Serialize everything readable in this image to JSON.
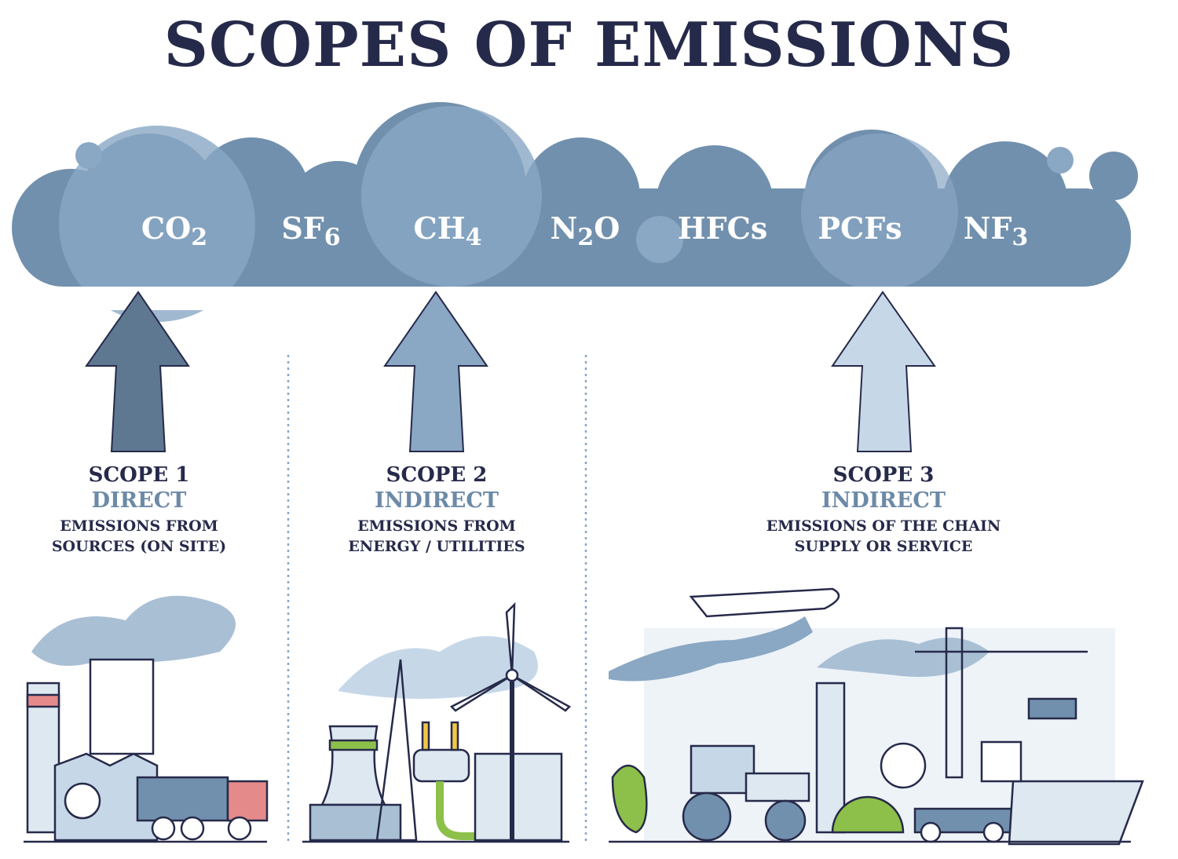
{
  "title": "SCOPES OF EMISSIONS",
  "gases": [
    {
      "base": "CO",
      "sub": "2"
    },
    {
      "base": "SF",
      "sub": "6"
    },
    {
      "base": "CH",
      "sub": "4"
    },
    {
      "base": "N",
      "sub": "2",
      "tail": "O"
    },
    {
      "base": "HFCs",
      "sub": ""
    },
    {
      "base": "PCFs",
      "sub": ""
    },
    {
      "base": "NF",
      "sub": "3"
    }
  ],
  "scopes": [
    {
      "name": "SCOPE 1",
      "kind": "DIRECT",
      "desc1": "EMISSIONS FROM",
      "desc2": "SOURCES (ON SITE)"
    },
    {
      "name": "SCOPE 2",
      "kind": "INDIRECT",
      "desc1": "EMISSIONS FROM",
      "desc2": "ENERGY / UTILITIES"
    },
    {
      "name": "SCOPE 3",
      "kind": "INDIRECT",
      "desc1": "EMISSIONS OF THE CHAIN",
      "desc2": "SUPPLY OR SERVICE"
    }
  ],
  "colors": {
    "navy": "#262a4a",
    "cloud_dark": "#7190ad",
    "cloud_light": "#8aa7c4",
    "accent": "#6c8aa6"
  }
}
